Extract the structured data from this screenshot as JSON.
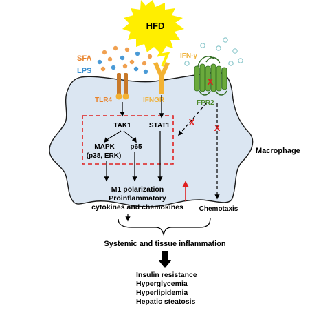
{
  "labels": {
    "hfd": "HFD",
    "sfa": "SFA",
    "lps": "LPS",
    "ifn_gamma": "IFN-γ",
    "tlr4": "TLR4",
    "ifngr": "IFNGR",
    "fpr2": "FPR2",
    "tak1": "TAK1",
    "stat1": "STAT1",
    "mapk": "MAPK",
    "mapk_sub": "(p38, ERK)",
    "p65": "p65",
    "m1_line1": "M1 polarization",
    "m1_line2": "Proinflammatory",
    "m1_line3": "cytokines and chemokines",
    "macrophage": "Macrophage",
    "chemotaxis": "Chemotaxis",
    "systemic": "Systemic and tissue inflammation",
    "outcomes": [
      "Insulin resistance",
      "Hyperglycemia",
      "Hyperlipidemia",
      "Hepatic steatosis"
    ],
    "block_mark": "X"
  },
  "colors": {
    "cell_fill": "#dbe6f2",
    "cell_stroke": "#1a1a1a",
    "burst": "#ffee00",
    "sfa_text": "#e8822a",
    "lps_text": "#3a8fd0",
    "ifn_text": "#f0b23a",
    "tlr4_receptor": "#c8792a",
    "tlr4_text": "#e8822a",
    "ifngr_receptor": "#f3b233",
    "ifngr_text": "#f0b23a",
    "fpr2_receptor": "#6aaa3c",
    "fpr2_text": "#4e8a2e",
    "dot_orange": "#f0a050",
    "dot_blue": "#4a9ad6",
    "dot_teal": "#8cc8cc",
    "dashed_box": "#e02020",
    "x_mark": "#e02020",
    "up_arrow": "#e02020",
    "text": "#000000"
  }
}
